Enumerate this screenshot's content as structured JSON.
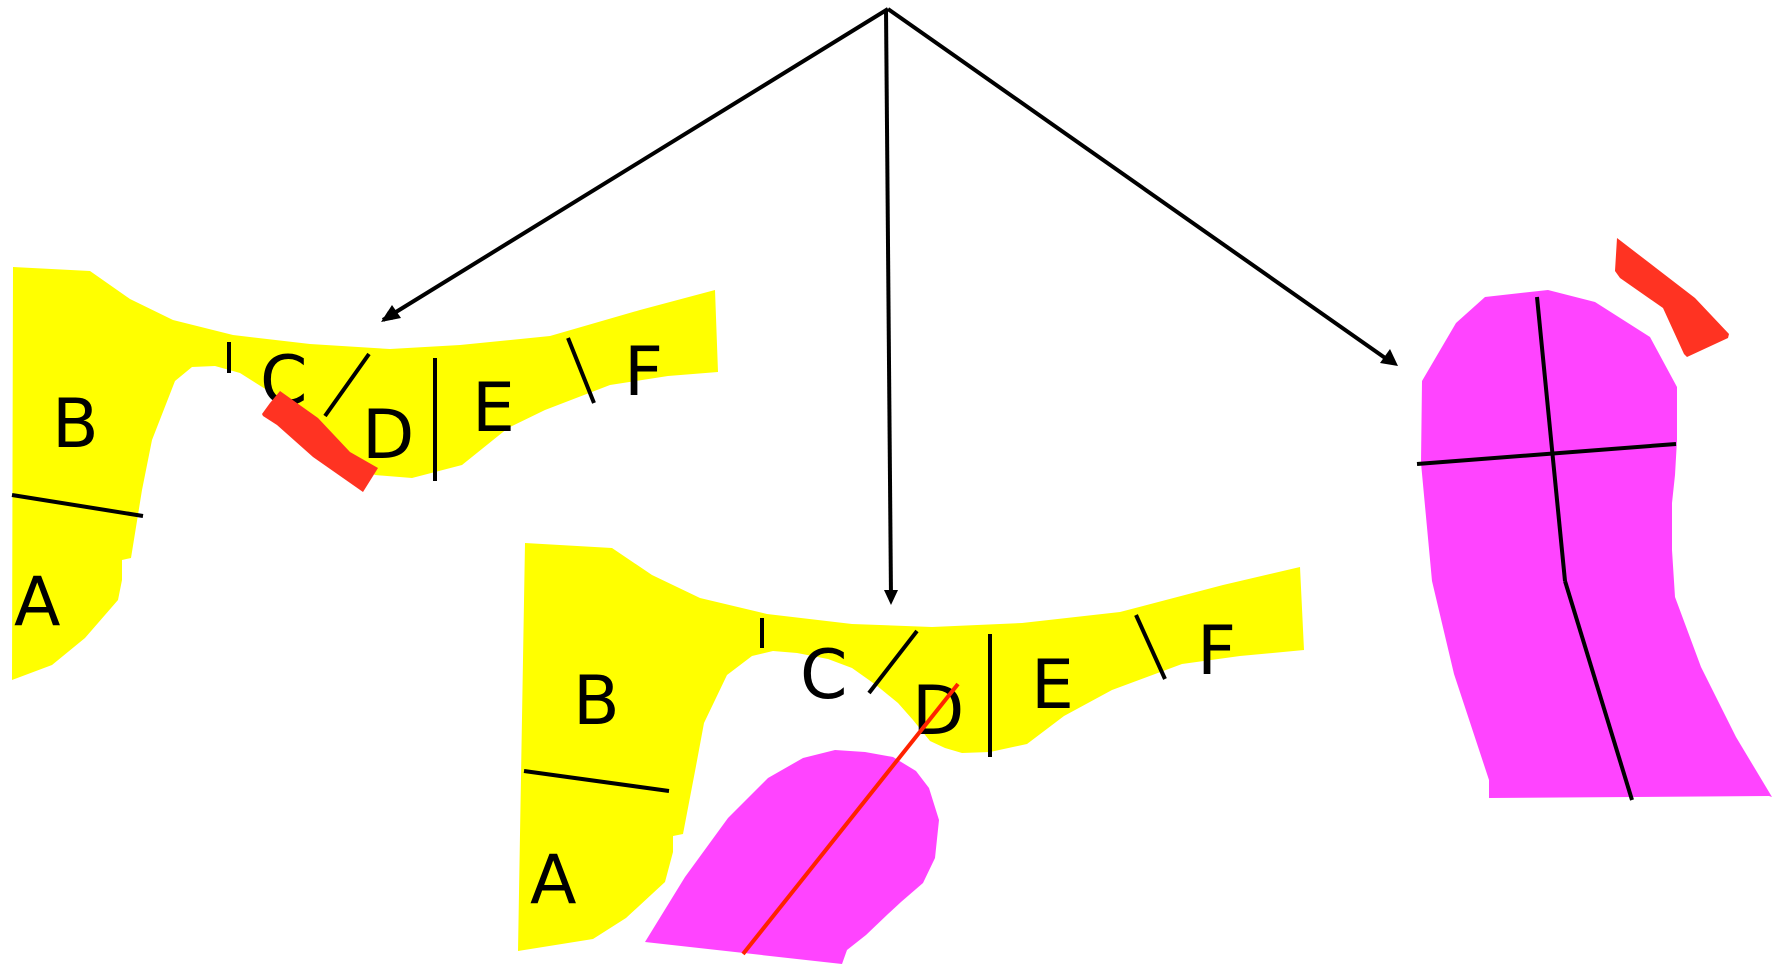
{
  "colors": {
    "background": "#ffffff",
    "strip": "#ffff00",
    "block": "#ff44ff",
    "marker": "#ff3322",
    "line": "#000000",
    "red_line": "#ff2200"
  },
  "labels": {
    "left": [
      "B",
      "A",
      "C",
      "D",
      "E",
      "F"
    ],
    "middle": [
      "B",
      "A",
      "C",
      "D",
      "E",
      "F"
    ]
  }
}
